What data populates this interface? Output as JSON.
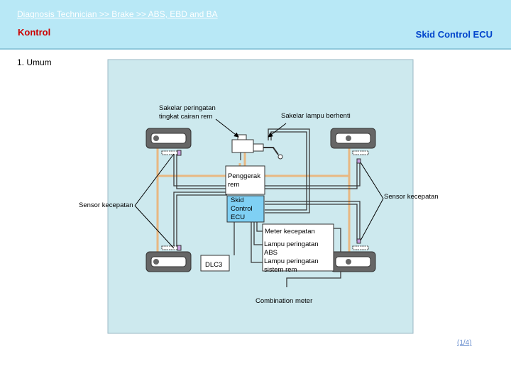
{
  "header": {
    "breadcrumb": "Diagnosis Technician >> Brake  >> ABS, EBD and BA",
    "left_title": "Kontrol",
    "right_title": "Skid Control ECU"
  },
  "section": {
    "title": "1. Umum"
  },
  "diagram": {
    "brake_fluid_switch": [
      "Sakelar peringatan",
      "tingkat cairan rem"
    ],
    "stop_lamp_switch": "Sakelar lampu berhenti",
    "actuator": [
      "Penggerak",
      "rem"
    ],
    "ecu": [
      "Skid",
      "Control",
      "ECU"
    ],
    "speed_sensor_left": "Sensor kecepatan",
    "speed_sensor_right": "Sensor kecepatan",
    "speedometer": "Meter kecepatan",
    "abs_warning": [
      "Lampu peringatan",
      "ABS"
    ],
    "brake_warning": [
      "Lampu peringatan",
      "sistem rem"
    ],
    "dlc": "DLC3",
    "combination_meter": "Combination meter"
  },
  "footer": {
    "page_link": "(1/4)"
  },
  "colors": {
    "header_bg": "#b8e8f6",
    "diagram_bg": "#cde9ee",
    "brake_line": "#e8b882",
    "ecu_fill": "#7fd0f4"
  }
}
